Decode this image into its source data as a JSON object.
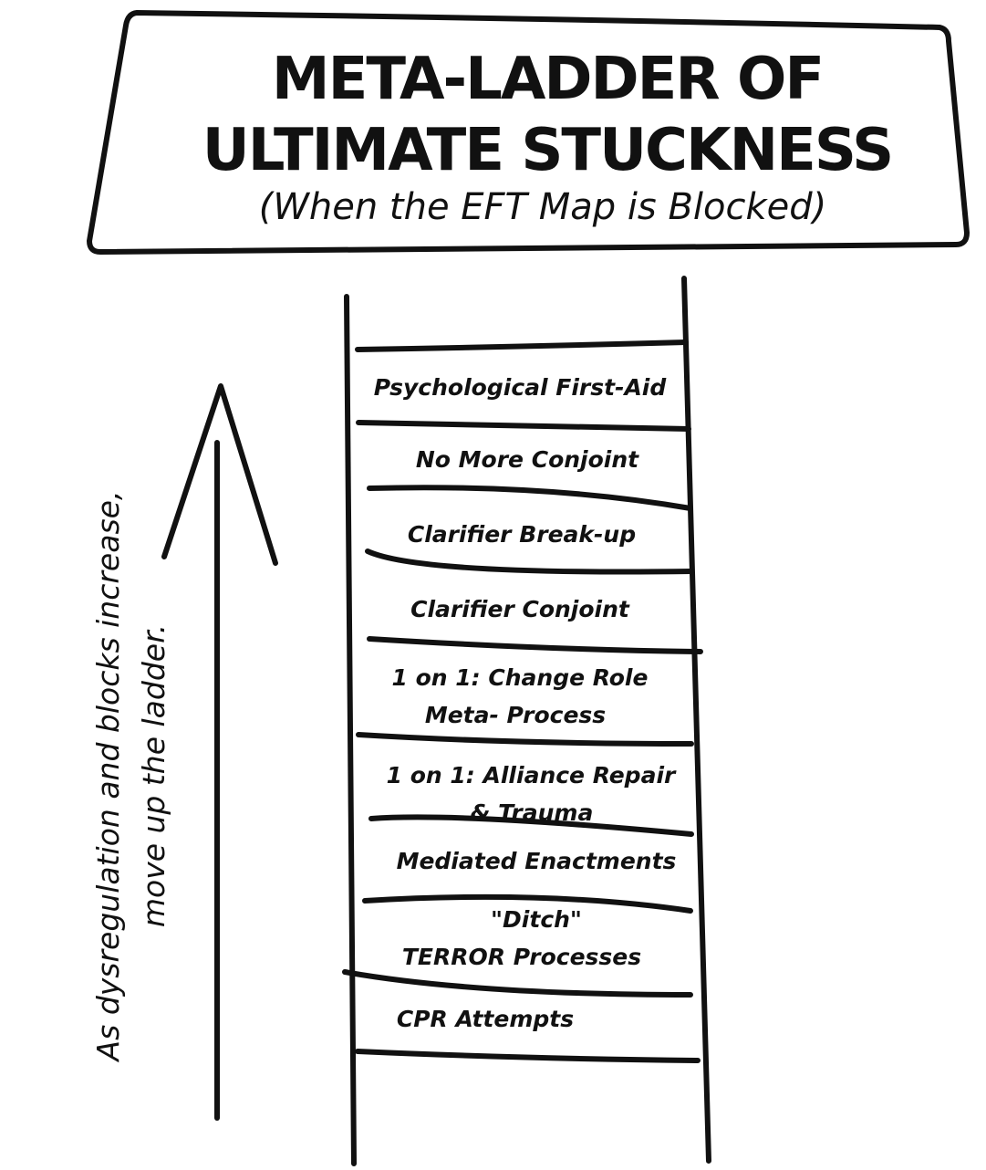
{
  "title": {
    "line1": "META-LADDER OF",
    "line2": "ULTIMATE STUCKNESS",
    "subtitle": "(When the EFT Map is Blocked)"
  },
  "side_note": {
    "line1": "As dysregulation and blocks increase,",
    "line2": "move up the ladder."
  },
  "rungs": [
    {
      "label_lines": [
        "Psychological First-Aid"
      ]
    },
    {
      "label_lines": [
        "No More Conjoint"
      ]
    },
    {
      "label_lines": [
        "Clarifier Break-up"
      ]
    },
    {
      "label_lines": [
        "Clarifier Conjoint"
      ]
    },
    {
      "label_lines": [
        "1 on 1: Change Role",
        "Meta- Process"
      ]
    },
    {
      "label_lines": [
        "1 on 1: Alliance Repair",
        "& Trauma"
      ]
    },
    {
      "label_lines": [
        "Mediated Enactments"
      ]
    },
    {
      "label_lines": [
        "\"Ditch\"",
        "TERROR Processes"
      ]
    },
    {
      "label_lines": [
        "CPR Attempts"
      ]
    }
  ],
  "colors": {
    "ink": "#111111",
    "background": "#ffffff"
  }
}
